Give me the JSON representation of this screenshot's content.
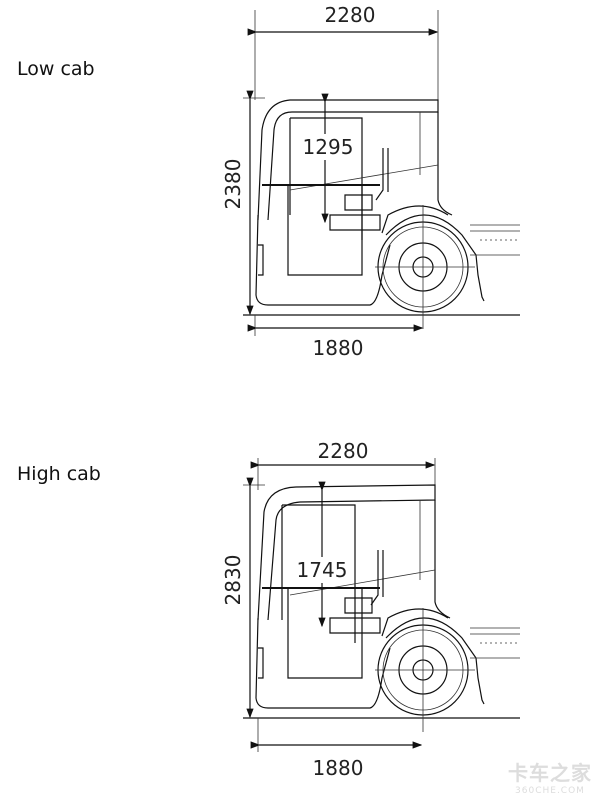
{
  "low_cab": {
    "title": "Low cab",
    "overall_length": "2280",
    "overall_height": "2380",
    "interior_height": "1295",
    "front_to_axle": "1880"
  },
  "high_cab": {
    "title": "High cab",
    "overall_length": "2280",
    "overall_height": "2830",
    "interior_height": "1745",
    "front_to_axle": "1880"
  },
  "watermark": {
    "name": "卡车之家",
    "url_text": "360CHE.COM"
  }
}
